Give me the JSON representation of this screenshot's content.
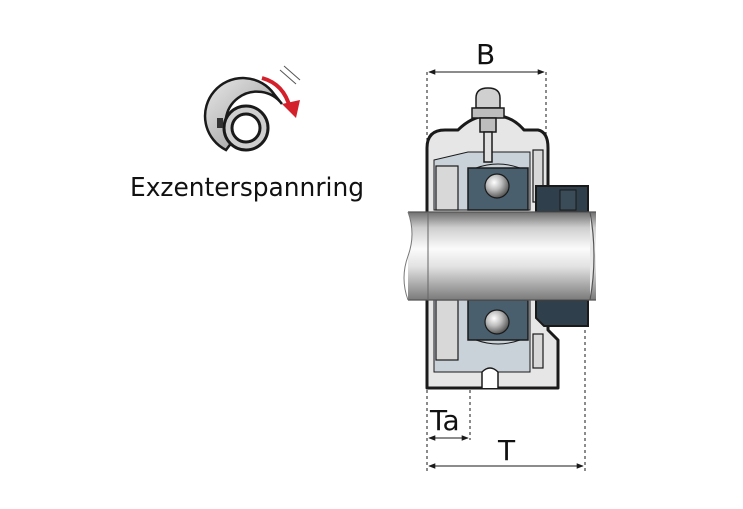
{
  "figure": {
    "title": "Exzenterspannring",
    "dimensions": {
      "B": "B",
      "Ta": "Ta",
      "T": "T"
    }
  },
  "colors": {
    "housing_fill": "#e6e6e6",
    "housing_inner": "#c9d2d9",
    "insert_fill": "#4a5f6e",
    "insert_dark": "#2f3f4b",
    "shaft_light": "#f3f3f3",
    "shaft_dark": "#8a8a8a",
    "arrow_red": "#d4202a",
    "outline": "#1a1a1a"
  }
}
